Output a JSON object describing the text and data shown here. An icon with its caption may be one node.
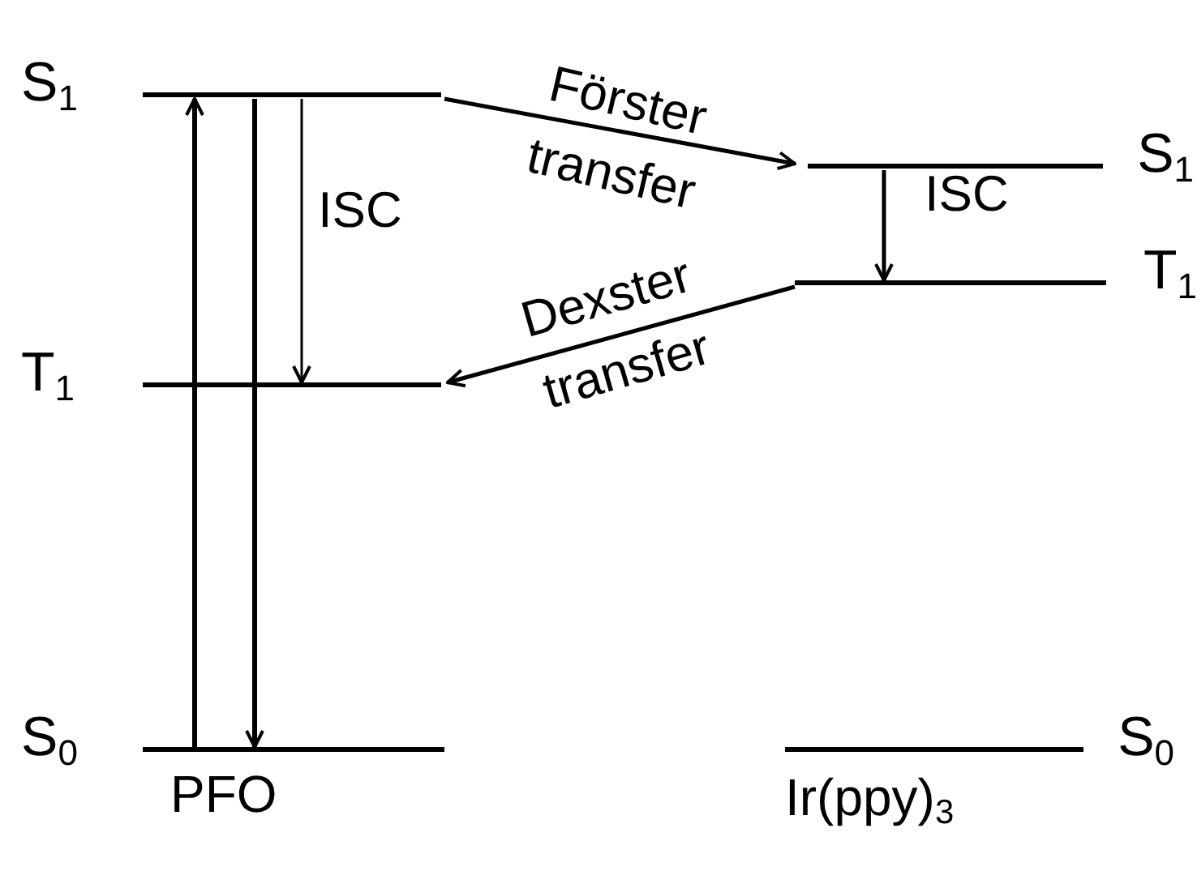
{
  "diagram": {
    "nodes": [
      {
        "text": [
          "S$_{1}$"
        ]
      },
      {
        "text": [
          "T$_{1}$"
        ]
      },
      {
        "text": [
          "S$_{0}$"
        ]
      },
      {
        "text": [
          "S$_{1}$"
        ]
      },
      {
        "text": [
          "T$_{1}$"
        ]
      },
      {
        "text": [
          "S$_{0}$"
        ]
      }
    ],
    "edges": [
      {
        "from": 2,
        "to": 0,
        "arrow": "to"
      },
      {
        "from": 0,
        "to": 2,
        "arrow": "to"
      },
      {
        "from": 0,
        "to": 1,
        "arrow": "to",
        "label": "ISC"
      },
      {
        "from": 0,
        "to": 3,
        "arrow": "to",
        "label": "Förster transfer"
      },
      {
        "from": 3,
        "to": 4,
        "arrow": "to",
        "label": "ISC"
      },
      {
        "from": 4,
        "to": 1,
        "arrow": "to",
        "label": "Dexster transfer"
      }
    ],
    "labels": [
      "PFO",
      "Ir(ppy)$_{3}$"
    ]
  }
}
